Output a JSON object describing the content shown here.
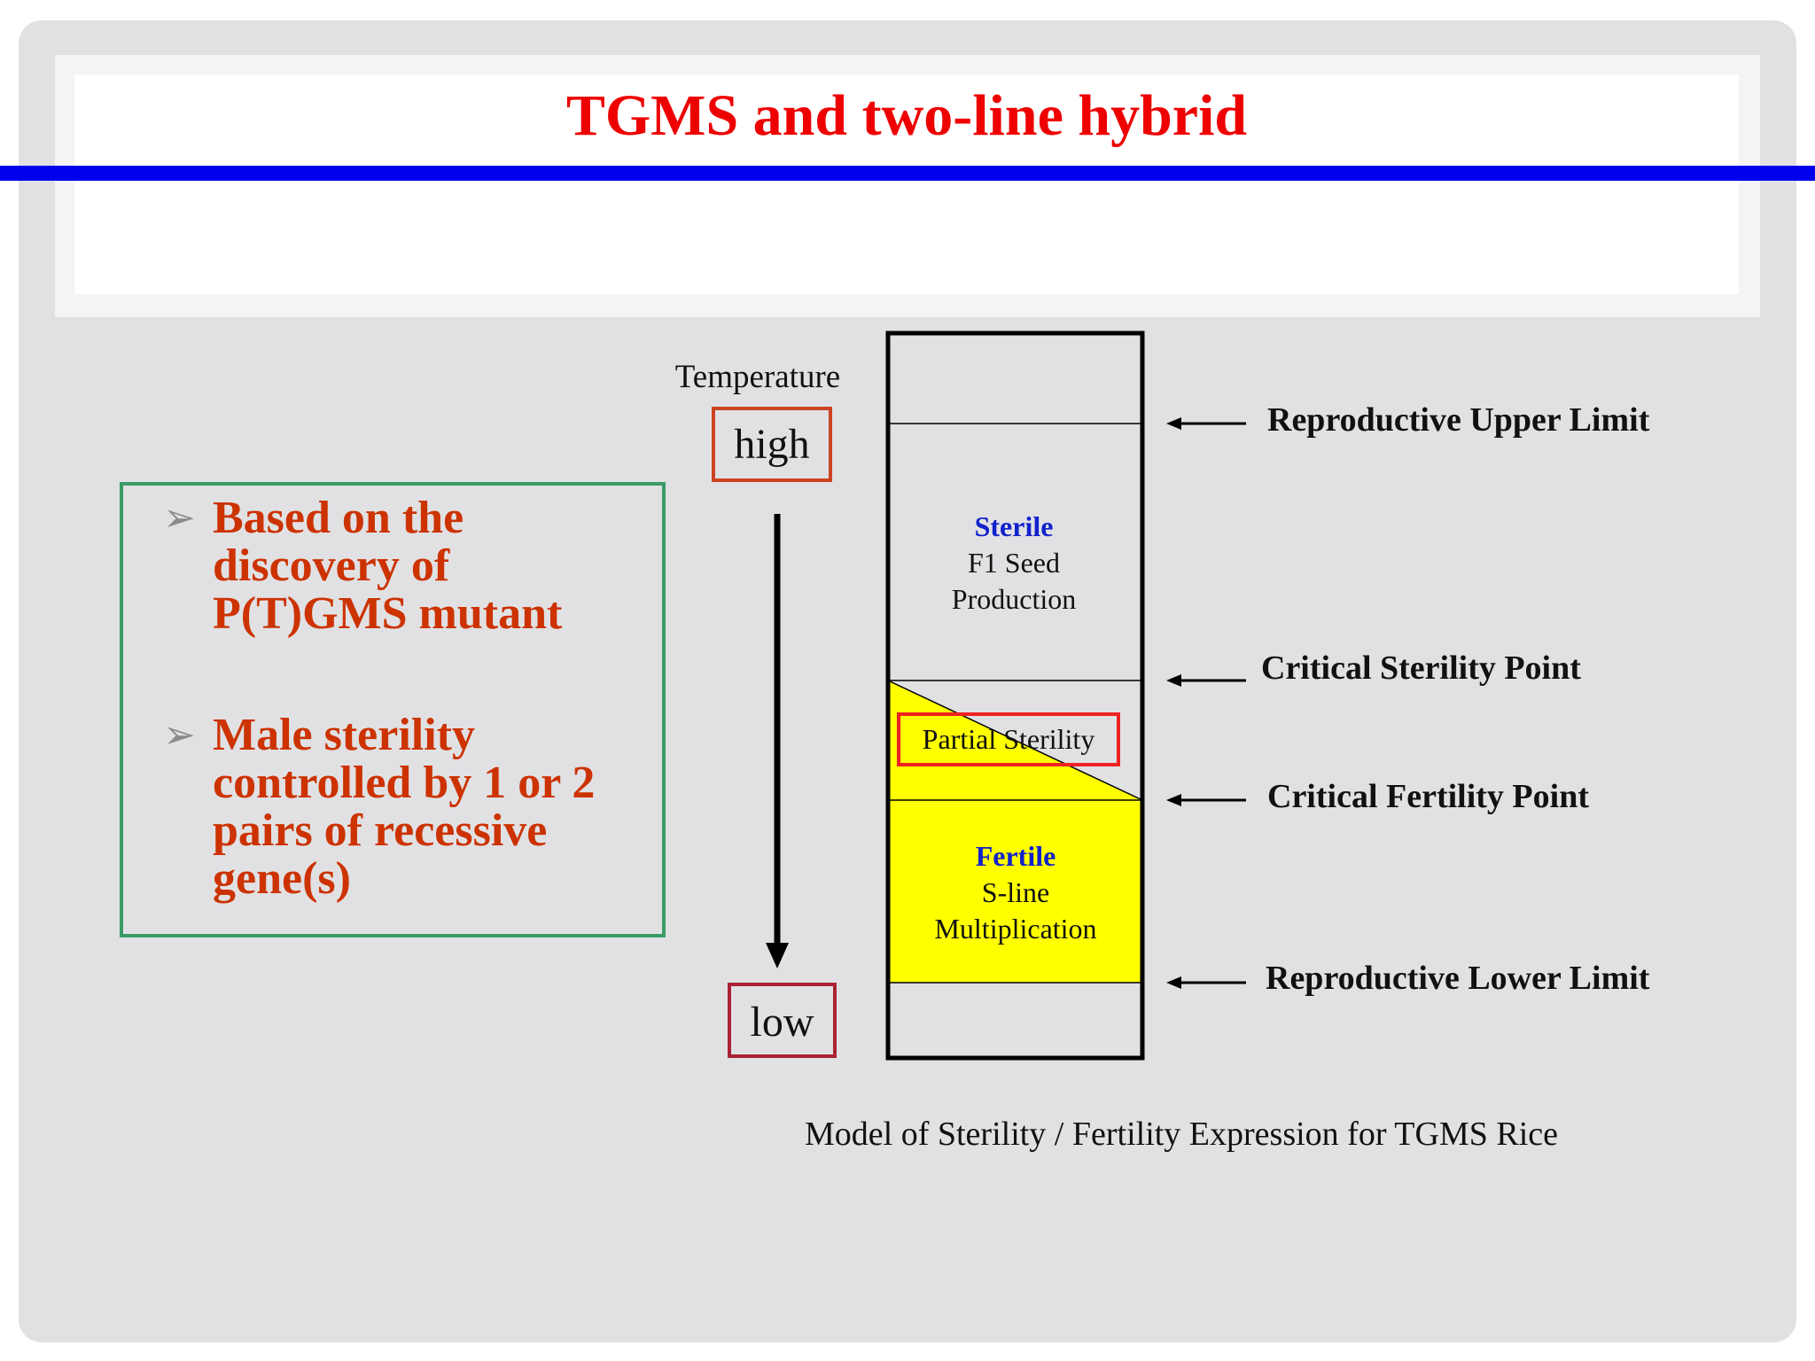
{
  "title": "TGMS and two-line hybrid",
  "bullets": [
    {
      "marker": "➢",
      "text": "Based on the discovery of P(T)GMS mutant"
    },
    {
      "marker": "➢",
      "text": "Male sterility controlled by 1 or 2 pairs of recessive gene(s)"
    }
  ],
  "temperature": {
    "label": "Temperature",
    "high": "high",
    "low": "low"
  },
  "zones": {
    "sterile": {
      "head": "Sterile",
      "line1": "F1 Seed",
      "line2": "Production"
    },
    "partial": "Partial Sterility",
    "fertile": {
      "head": "Fertile",
      "line1": "S-line",
      "line2": "Multiplication"
    }
  },
  "points": {
    "upper": "Reproductive Upper Limit",
    "sterility": "Critical Sterility Point",
    "fertility": "Critical Fertility Point",
    "lower": "Reproductive Lower Limit"
  },
  "caption": "Model of Sterility / Fertility Expression for TGMS Rice",
  "colors": {
    "title": "#ee0000",
    "rule": "#0000ee",
    "bullet_text": "#cc3300",
    "bullet_border": "#3b9b66",
    "zone_head": "#1122cc",
    "fertile_fill": "#ffff00",
    "partial_border": "#ee2222"
  }
}
